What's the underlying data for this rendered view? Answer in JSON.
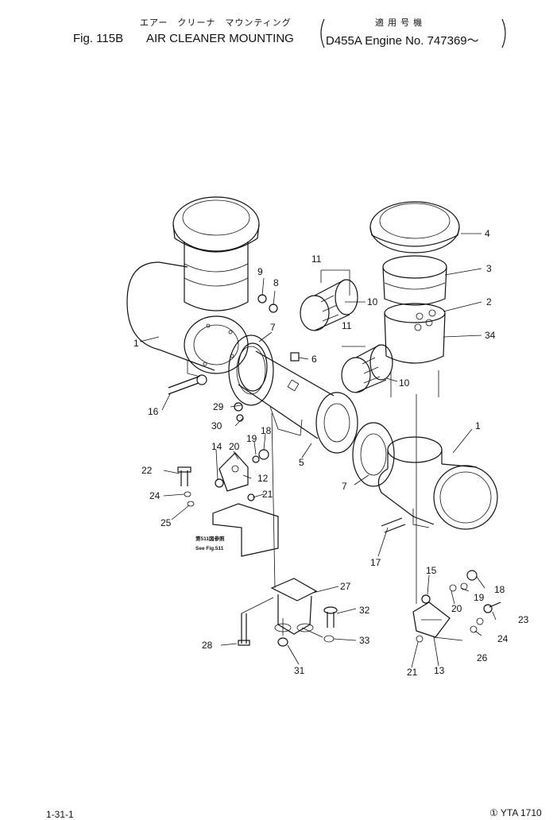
{
  "header": {
    "jp_title": "エアー　クリーナ　マウンティング",
    "jp_applicable": "適 用 号 機",
    "fig_label": "Fig. 115B",
    "title": "AIR CLEANER MOUNTING",
    "applicability": "D455A Engine No. 747369～"
  },
  "note": {
    "jp": "第511図参照",
    "en": "See Fig.511"
  },
  "callouts": [
    "1",
    "1",
    "2",
    "3",
    "4",
    "5",
    "6",
    "7",
    "7",
    "8",
    "9",
    "10",
    "10",
    "11",
    "11",
    "12",
    "13",
    "14",
    "15",
    "16",
    "17",
    "18",
    "18",
    "19",
    "19",
    "20",
    "20",
    "21",
    "21",
    "22",
    "23",
    "24",
    "24",
    "25",
    "26",
    "27",
    "28",
    "29",
    "30",
    "31",
    "32",
    "33",
    "34"
  ],
  "footer": {
    "left": "1-31-1",
    "right": "YTA 1710"
  }
}
